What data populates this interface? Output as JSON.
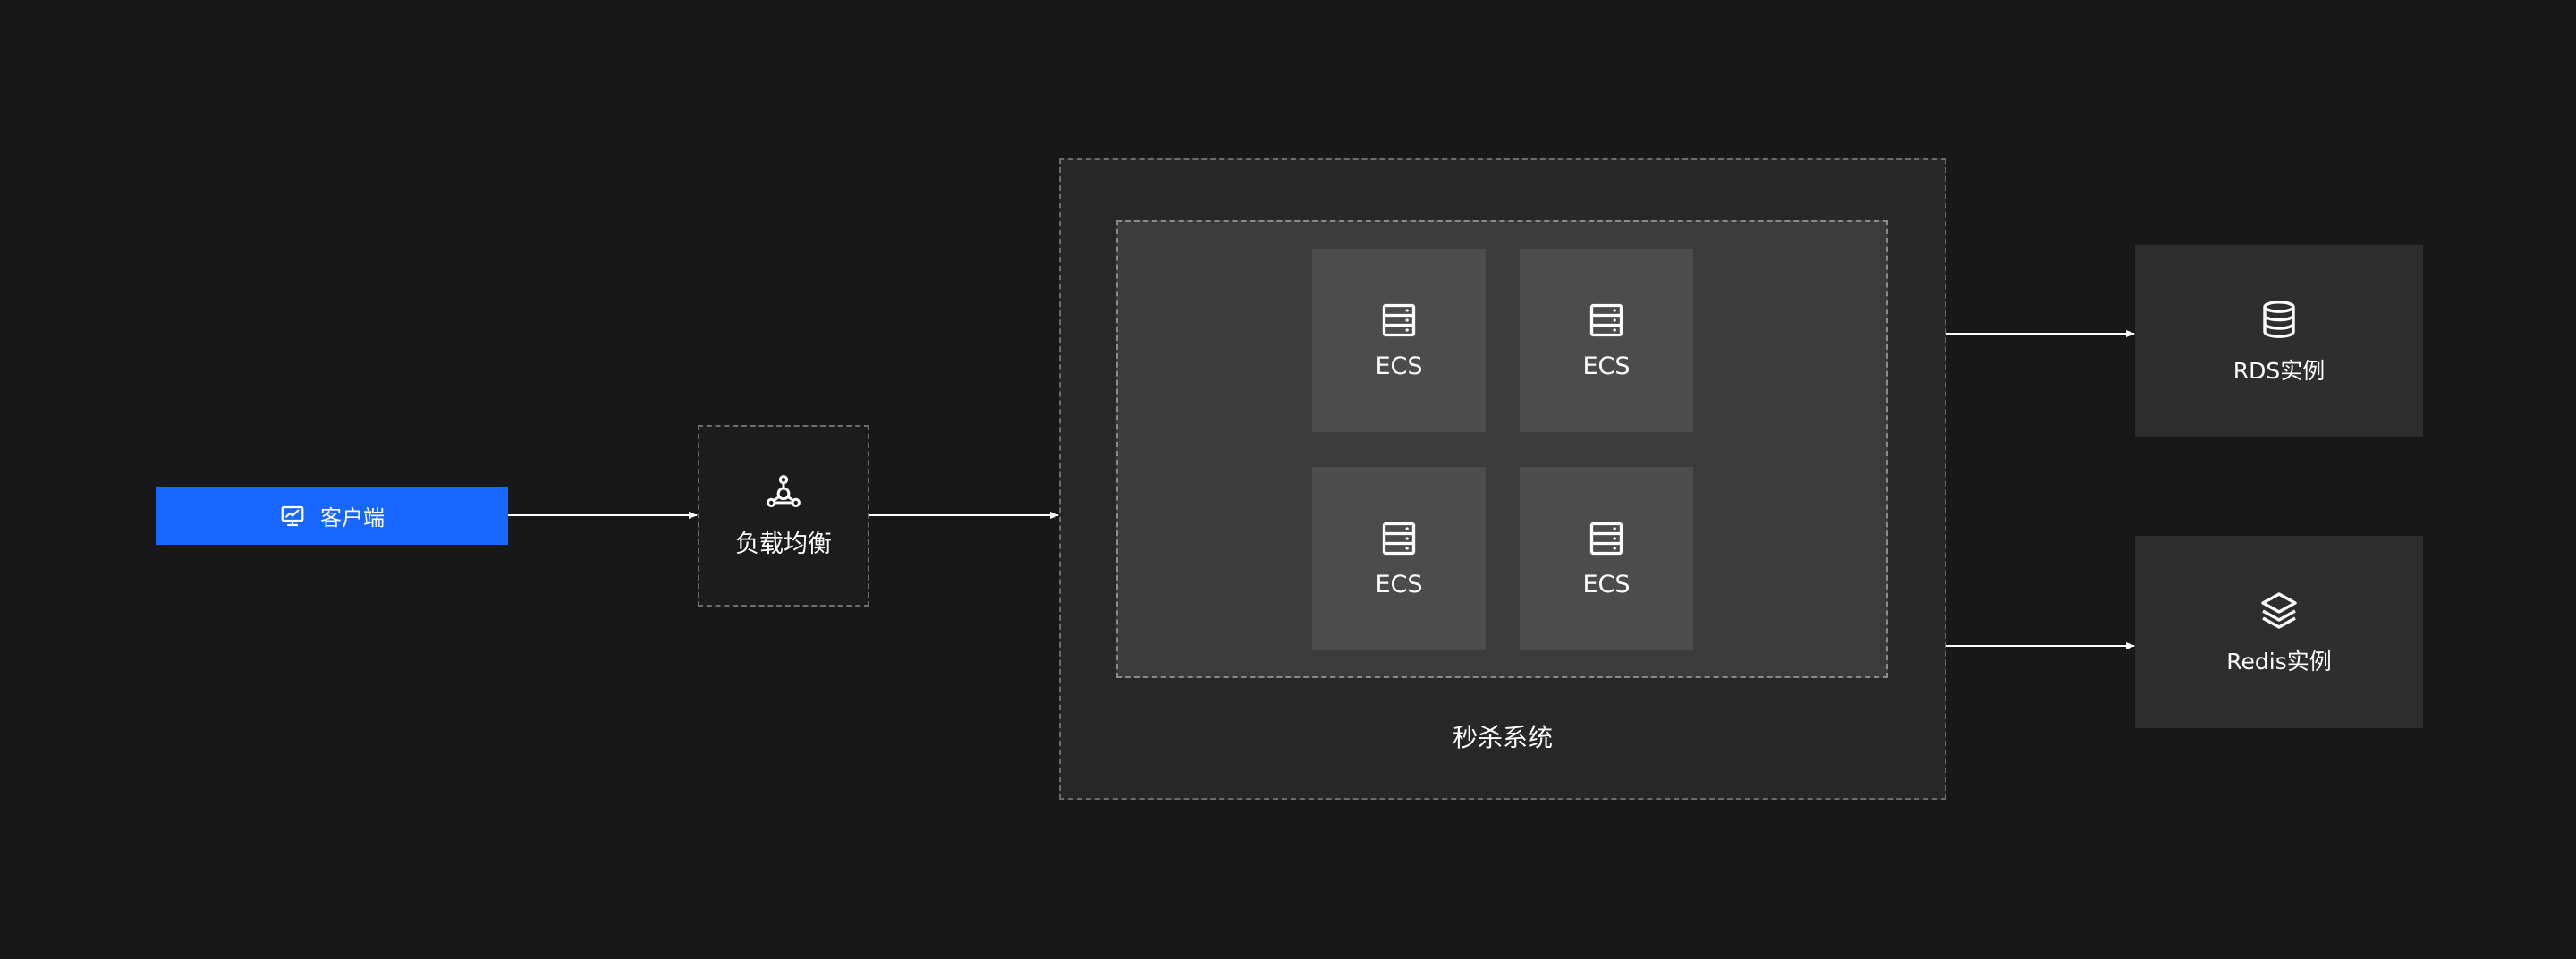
{
  "client": {
    "label": "客户端",
    "icon": "monitor-chart-icon",
    "color": "#1766ff"
  },
  "load_balancer": {
    "label": "负载均衡",
    "icon": "network-nodes-icon"
  },
  "system": {
    "label": "秒杀系统",
    "ecs": [
      {
        "label": "ECS",
        "icon": "server-icon"
      },
      {
        "label": "ECS",
        "icon": "server-icon"
      },
      {
        "label": "ECS",
        "icon": "server-icon"
      },
      {
        "label": "ECS",
        "icon": "server-icon"
      }
    ]
  },
  "services": {
    "rds": {
      "label": "RDS实例",
      "icon": "database-icon"
    },
    "redis": {
      "label": "Redis实例",
      "icon": "layers-icon"
    }
  },
  "colors": {
    "background": "#181818",
    "system_bg": "#272727",
    "cluster_bg": "#3b3b3b",
    "ecs_bg": "#4c4c4c",
    "service_bg": "#2e2e2e",
    "arrow": "#ffffff"
  }
}
